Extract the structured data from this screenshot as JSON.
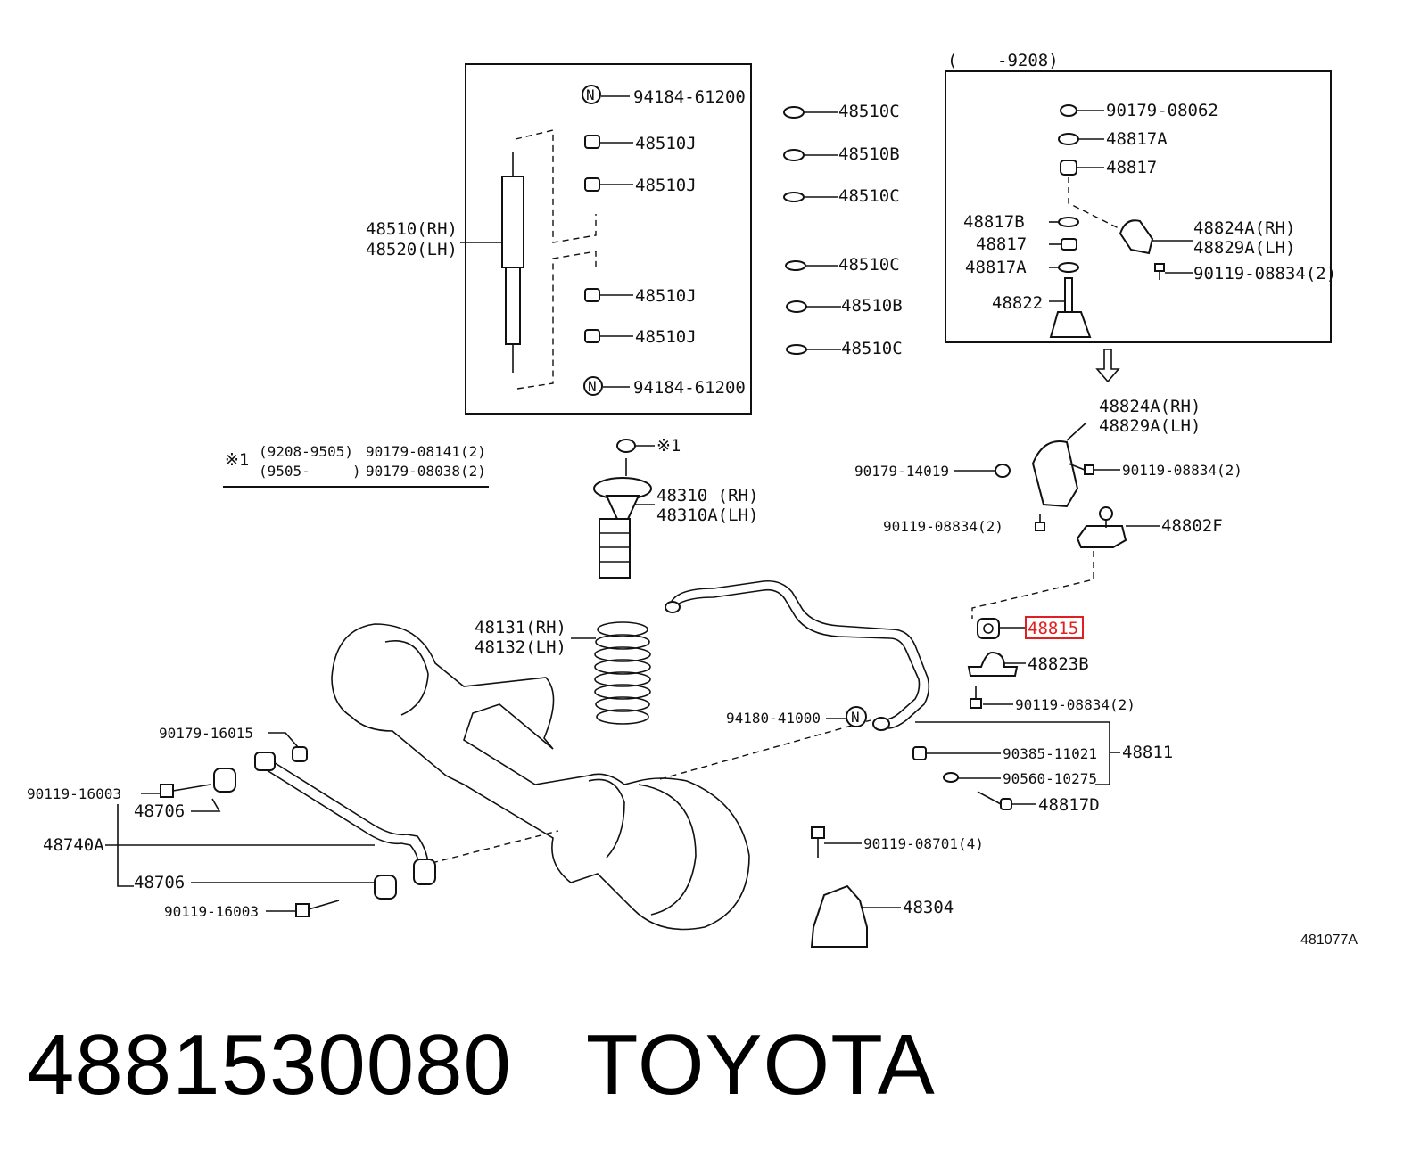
{
  "diagram": {
    "figure_code": "481077A",
    "shock_box": {
      "nuts": [
        "94184-61200",
        "94184-61200"
      ],
      "bushings": [
        "48510J",
        "48510J",
        "48510J",
        "48510J"
      ],
      "shock_rh": "48510(RH)",
      "shock_lh": "48520(LH)"
    },
    "mid_column": [
      "48510C",
      "48510B",
      "48510C",
      "48510C",
      "48510B",
      "48510C"
    ],
    "bracket_box": {
      "date_note_open": "(",
      "date_note": "-9208)",
      "labels": {
        "nut": "90179-08062",
        "cushion_a": "48817A",
        "cushion": "48817",
        "cushion_b": "48817B",
        "cushion_2": "48817",
        "cushion_a2": "48817A",
        "link": "48822",
        "bracket_rh": "48824A(RH)",
        "bracket_lh": "48829A(LH)",
        "bolt": "90119-08834(2)"
      }
    },
    "note": {
      "mark": "※1",
      "row1_range": "(9208-9505)",
      "row1_part": "90179-08141(2)",
      "row2_range": "(9505-",
      "row2_close": ")",
      "row2_part": "90179-08038(2)"
    },
    "upper_nut_mark": "※1",
    "bump": {
      "rh": "48310 (RH)",
      "lh": "48310A(LH)"
    },
    "spring": {
      "rh": "48131(RH)",
      "lh": "48132(LH)"
    },
    "right_bracket": {
      "rh": "48824A(RH)",
      "lh": "48829A(LH)",
      "nut": "90179-14019",
      "bolt_a": "90119-08834(2)",
      "bolt_b": "90119-08834(2)",
      "link": "48802F"
    },
    "stab": {
      "bushing": "48815",
      "bracket": "48823B",
      "bolt": "90119-08834(2)",
      "nut": "94180-41000",
      "bar": "48811",
      "sub1": "90385-11021",
      "sub2": "90560-10275",
      "cushion": "48817D"
    },
    "lateral": {
      "nut_top": "90179-16015",
      "bolt_top": "90119-16003",
      "bushing_top": "48706",
      "rod": "48740A",
      "bushing_bottom": "48706",
      "bolt_bottom": "90119-16003"
    },
    "bumper": {
      "bolt": "90119-08701(4)",
      "part": "48304"
    },
    "highlight_color": "#e02020"
  },
  "footer": {
    "part_number": "4881530080",
    "brand": "TOYOTA"
  }
}
